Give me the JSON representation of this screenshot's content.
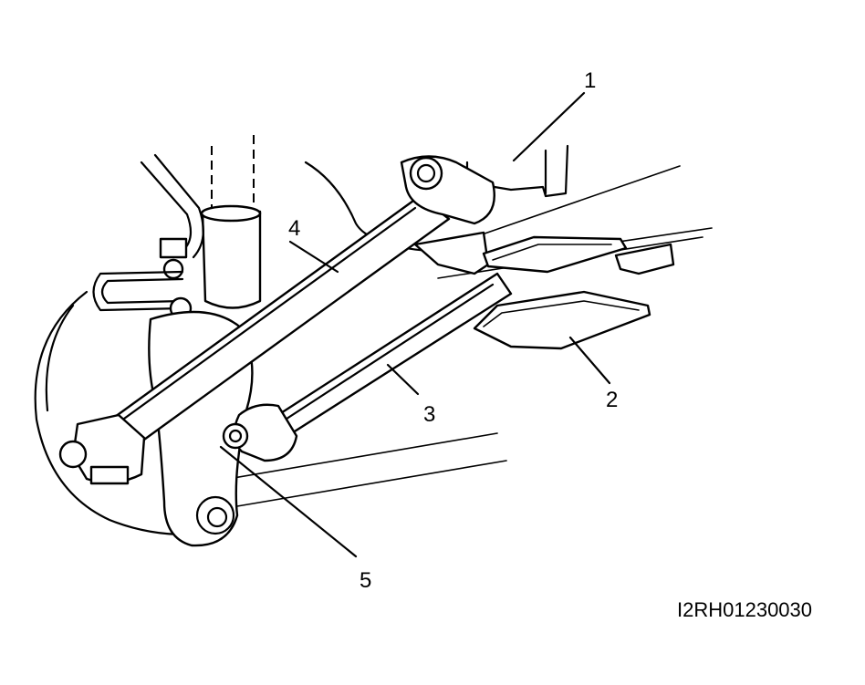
{
  "diagram": {
    "callouts": [
      {
        "id": "1",
        "label": "1"
      },
      {
        "id": "2",
        "label": "2"
      },
      {
        "id": "3",
        "label": "3"
      },
      {
        "id": "4",
        "label": "4"
      },
      {
        "id": "5",
        "label": "5"
      }
    ],
    "figure_code": "I2RH01230030",
    "colors": {
      "ink": "#000000",
      "paper": "#ffffff"
    }
  }
}
